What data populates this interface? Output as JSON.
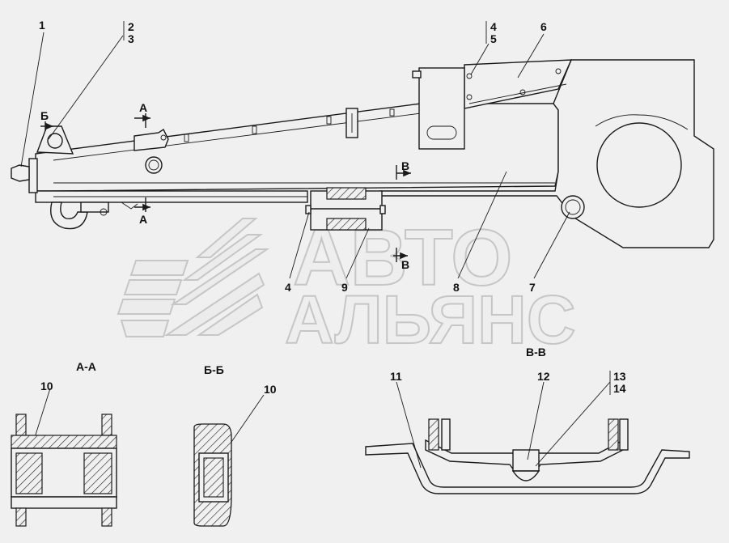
{
  "callouts": {
    "c1": "1",
    "c2": "2",
    "c3": "3",
    "c4a": "4",
    "c5": "5",
    "c6": "6",
    "c4b": "4",
    "c9": "9",
    "c8": "8",
    "c7": "7",
    "c10a": "10",
    "c10b": "10",
    "c11": "11",
    "c12": "12",
    "c13": "13",
    "c14": "14"
  },
  "section_marks": {
    "a_top": "А",
    "a_bottom": "А",
    "b_left": "Б",
    "v_top": "В",
    "v_bottom": "В"
  },
  "section_titles": {
    "aa": "А-А",
    "bb": "Б-Б",
    "vv": "В-В"
  },
  "watermark": {
    "line1": "АВТО",
    "line2": "АЛЬЯНС"
  }
}
